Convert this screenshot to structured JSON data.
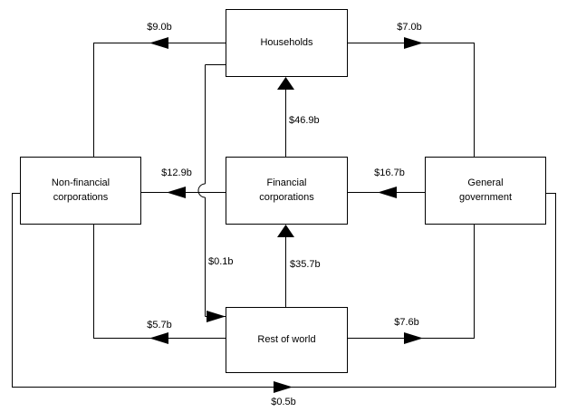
{
  "canvas": {
    "background_color": "#ffffff",
    "line_color": "#000000",
    "text_color": "#000000"
  },
  "diagram": {
    "type": "sector-flow-diagram",
    "nodes": [
      {
        "id": "households",
        "label": "Households"
      },
      {
        "id": "non_financial_corporations",
        "label": "Non-financial corporations"
      },
      {
        "id": "financial_corporations",
        "label": "Financial corporations"
      },
      {
        "id": "general_government",
        "label": "General government"
      },
      {
        "id": "rest_of_world",
        "label": "Rest of world"
      }
    ],
    "flows": [
      {
        "from": "households",
        "to": "non_financial_corporations",
        "label": "$9.0b"
      },
      {
        "from": "households",
        "to": "general_government",
        "label": "$7.0b"
      },
      {
        "from": "financial_corporations",
        "to": "households",
        "label": "$46.9b"
      },
      {
        "from": "financial_corporations",
        "to": "non_financial_corporations",
        "label": "$12.9b"
      },
      {
        "from": "general_government",
        "to": "financial_corporations",
        "label": "$16.7b"
      },
      {
        "from": "households",
        "to": "rest_of_world",
        "label": "$0.1b"
      },
      {
        "from": "rest_of_world",
        "to": "financial_corporations",
        "label": "$35.7b"
      },
      {
        "from": "rest_of_world",
        "to": "non_financial_corporations",
        "label": "$5.7b"
      },
      {
        "from": "rest_of_world",
        "to": "general_government",
        "label": "$7.6b"
      },
      {
        "from": "non_financial_corporations",
        "to": "general_government",
        "label": "$0.5b"
      }
    ]
  }
}
